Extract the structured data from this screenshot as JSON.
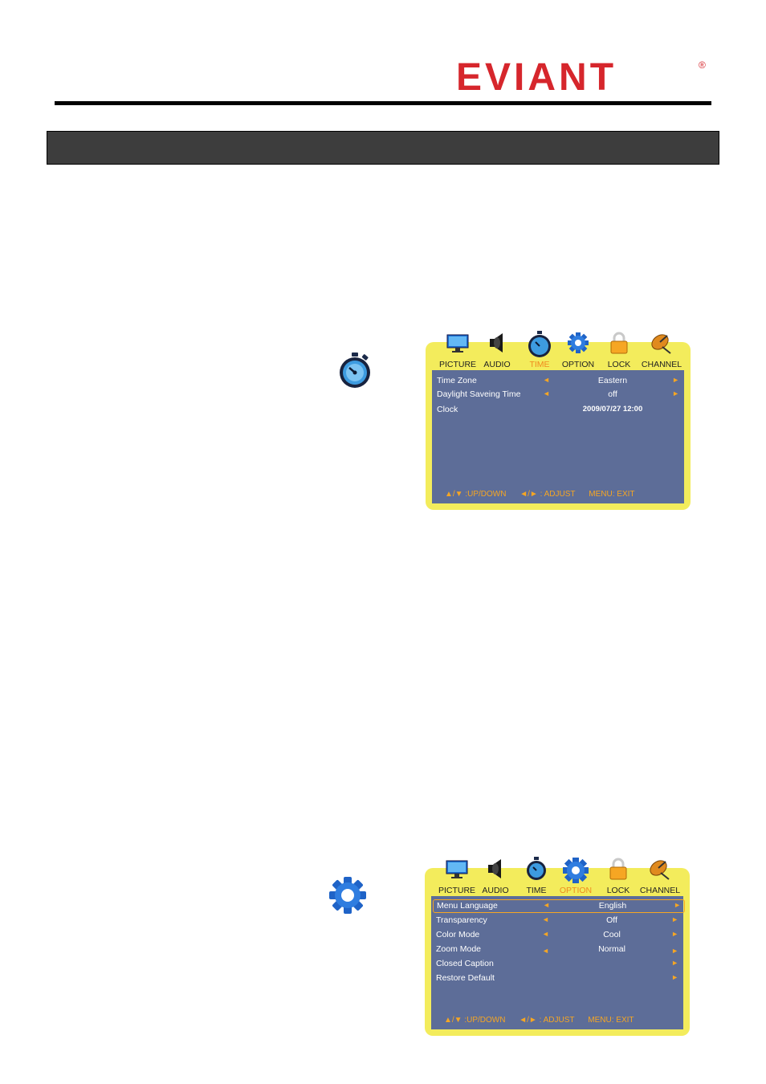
{
  "header": {
    "logo_text": "EVIANT",
    "logo_reg": "®",
    "brand_color": "#d6262c"
  },
  "time_menu": {
    "tabs": [
      {
        "label": "PICTURE",
        "icon": "monitor-icon"
      },
      {
        "label": "AUDIO",
        "icon": "speaker-icon"
      },
      {
        "label": "TIME",
        "icon": "stopwatch-icon",
        "active": true
      },
      {
        "label": "OPTION",
        "icon": "gear-icon"
      },
      {
        "label": "LOCK",
        "icon": "padlock-icon"
      },
      {
        "label": "CHANNEL",
        "icon": "satellite-dish-icon"
      }
    ],
    "rows": [
      {
        "label": "Time Zone",
        "left_arrow": "◄",
        "value": "Eastern",
        "right_arrow": "►"
      },
      {
        "label": "Daylight Saveing Time",
        "left_arrow": "◄",
        "value": "off",
        "right_arrow": "►"
      },
      {
        "label": "Clock",
        "value": "2009/07/27 12:00"
      }
    ],
    "footer": {
      "updown": "▲/▼ :UP/DOWN",
      "adjust": "◄/► : ADJUST",
      "exit": "MENU: EXIT"
    }
  },
  "option_menu": {
    "tabs": [
      {
        "label": "PICTURE",
        "icon": "monitor-icon"
      },
      {
        "label": "AUDIO",
        "icon": "speaker-icon"
      },
      {
        "label": "TIME",
        "icon": "stopwatch-icon"
      },
      {
        "label": "OPTION",
        "icon": "gear-icon",
        "active": true
      },
      {
        "label": "LOCK",
        "icon": "padlock-icon"
      },
      {
        "label": "CHANNEL",
        "icon": "satellite-dish-icon"
      }
    ],
    "rows": [
      {
        "label": "Menu Language",
        "left_arrow": "◄",
        "value": "English",
        "right_arrow": "►",
        "selected": true
      },
      {
        "label": "Transparency",
        "left_arrow": "◄",
        "value": "Off",
        "right_arrow": "►"
      },
      {
        "label": "Color Mode",
        "left_arrow": "◄",
        "value": "Cool",
        "right_arrow": "►"
      },
      {
        "label": "Zoom Mode",
        "left_arrow": "◄",
        "value": "Normal",
        "right_arrow": "►"
      },
      {
        "label": "Closed Caption",
        "right_arrow": "►"
      },
      {
        "label": "Restore Default",
        "right_arrow": "►"
      }
    ],
    "footer": {
      "updown": "▲/▼ :UP/DOWN",
      "adjust": "◄/► : ADJUST",
      "exit": "MENU: EXIT"
    }
  },
  "colors": {
    "osd_frame": "#f3ec5c",
    "osd_panel": "#5d6d98",
    "osd_accent": "#f6a623",
    "active_tab": "#f08a1e",
    "section_bar": "#3d3d3d"
  }
}
